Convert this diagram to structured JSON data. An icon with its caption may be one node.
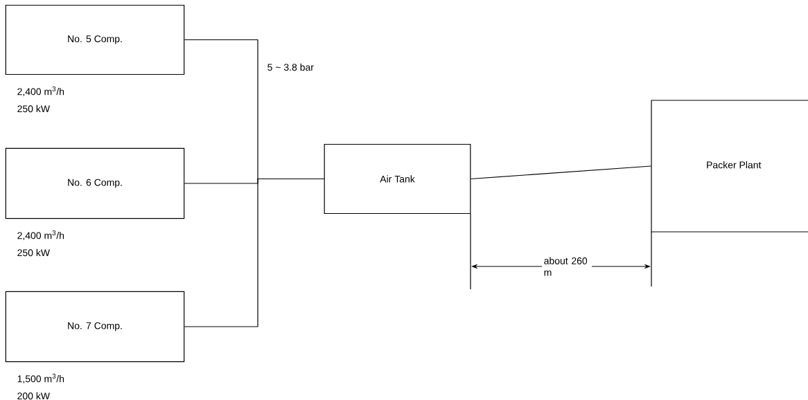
{
  "diagram": {
    "nodes": [
      {
        "text": [
          "No. 5 Comp."
        ],
        "beside": [
          "2,400 m$^{3}$/h",
          "250 kW"
        ]
      },
      {
        "text": [
          "No. 6 Comp."
        ],
        "beside": [
          "2,400 m$^{3}$/h",
          "250 kW"
        ]
      },
      {
        "text": [
          "No. 7 Comp."
        ],
        "beside": [
          "1,500 m$^{3}$/h",
          "200 kW"
        ]
      },
      {
        "text": [
          "Air Tank"
        ]
      },
      {
        "text": [
          "Packer Plant"
        ]
      }
    ],
    "edges": [
      {
        "from": 0,
        "to": 3,
        "arrow": "none"
      },
      {
        "from": 1,
        "to": 3,
        "arrow": "none"
      },
      {
        "from": 2,
        "to": 3,
        "arrow": "none"
      },
      {
        "from": 3,
        "to": 4,
        "arrow": "none"
      }
    ],
    "labels": [
      "5 ~ 3.8 bar",
      "about 260 m"
    ]
  }
}
